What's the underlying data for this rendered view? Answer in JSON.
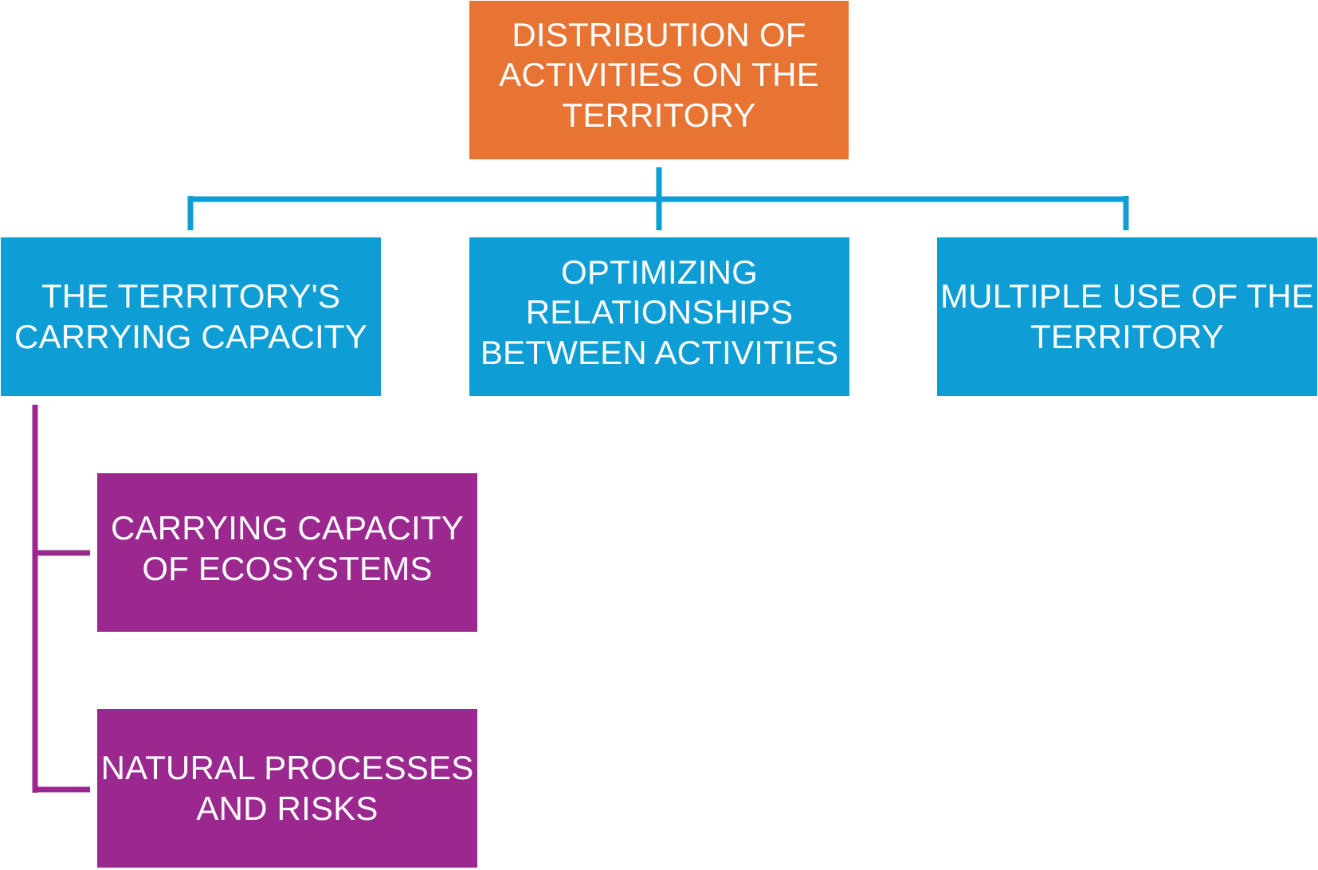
{
  "diagram": {
    "root": {
      "label": "DISTRIBUTION OF ACTIVITIES ON THE TERRITORY",
      "color": "#E87433"
    },
    "children": [
      {
        "label": "THE TERRITORY'S CARRYING CAPACITY",
        "color": "#0E9ED5"
      },
      {
        "label": "OPTIMIZING RELATIONSHIPS BETWEEN ACTIVITIES",
        "color": "#0E9ED5"
      },
      {
        "label": "MULTIPLE USE OF THE TERRITORY",
        "color": "#0E9ED5"
      }
    ],
    "subchildren": [
      {
        "label": "CARRYING CAPACITY OF ECOSYSTEMS",
        "color": "#9B288E"
      },
      {
        "label": "NATURAL PROCESSES AND RISKS",
        "color": "#9B288E"
      }
    ],
    "connector_colors": {
      "top_level": "#0E9ED5",
      "sub_level": "#9B288E"
    }
  }
}
